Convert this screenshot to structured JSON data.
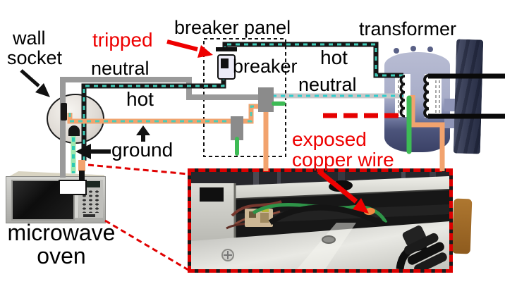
{
  "diagram": {
    "title": "household wiring fault diagram",
    "labels": {
      "wall_socket_1": "wall",
      "wall_socket_2": "socket",
      "tripped": "tripped",
      "breaker_panel": "breaker panel",
      "transformer": "transformer",
      "neutral_left": "neutral",
      "hot_left": "hot",
      "breaker": "breaker",
      "hot_right": "hot",
      "neutral_right": "neutral",
      "ground": "ground",
      "exposed_1": "exposed",
      "exposed_2": "copper wire",
      "microwave_1": "microwave",
      "microwave_2": "oven"
    },
    "colors": {
      "hot_wire_base": "#161616",
      "hot_wire_dash": "#3fcbb8",
      "neutral_wire": "#9a9a9a",
      "neutral_panel_wire": "#c8c8c8",
      "neutral_dash": "#2fcccc",
      "ground_green": "#3dbb55",
      "ground_light": "#9ee8ae",
      "ground_dash": "#2cc9b4",
      "branch_orange": "#f2a36e",
      "cut_leg_red": "#e60000",
      "annotation_red": "#ee0000",
      "annotation_black": "#000000"
    }
  }
}
